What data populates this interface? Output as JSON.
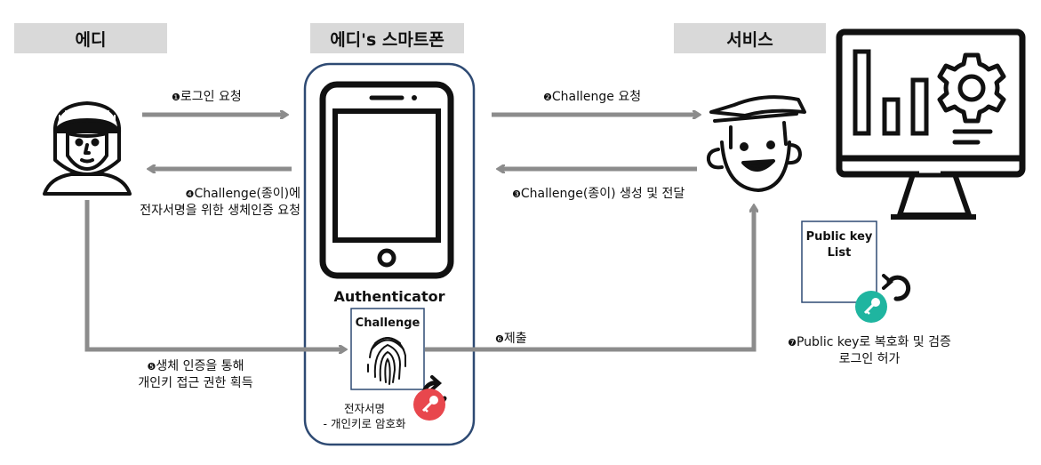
{
  "headers": {
    "user": "에디",
    "phone": "에디's 스마트폰",
    "service": "서비스"
  },
  "steps": {
    "s1": {
      "num": "❶",
      "text": "로그인 요청"
    },
    "s2": {
      "num": "❷",
      "text": "Challenge 요청"
    },
    "s3": {
      "num": "❸",
      "text": "Challenge(종이)  생성 및 전달"
    },
    "s4": {
      "num": "❹",
      "line1": "Challenge(종이)에",
      "line2": "전자서명을 위한 생체인증 요청"
    },
    "s5": {
      "num": "❺",
      "line1": "생체 인증을 통해",
      "line2": "개인키 접근 권한 획득"
    },
    "s6": {
      "num": "❻",
      "text": "제출"
    },
    "s7": {
      "num": "❼",
      "line1": "Public key로 복호화 및 검증",
      "line2": "로그인 허가"
    }
  },
  "authenticator": "Authenticator",
  "challenge_box": "Challenge",
  "signature": {
    "line1": "전자서명",
    "line2": "- 개인키로 암호화"
  },
  "public_key_list": {
    "line1": "Public key",
    "line2": "List"
  },
  "icons": [
    "user-icon",
    "smartphone-icon",
    "fingerprint-icon",
    "private-key-icon",
    "public-key-icon",
    "rotate-arrow-icon",
    "server-user-icon",
    "monitor-dashboard-icon",
    "gear-icon"
  ],
  "colors": {
    "arrow": "#8c8c8c",
    "frame": "#2e4a73",
    "private_key": "#e8474d",
    "public_key": "#1fb5a0",
    "header_bg": "#d9d9d9"
  }
}
